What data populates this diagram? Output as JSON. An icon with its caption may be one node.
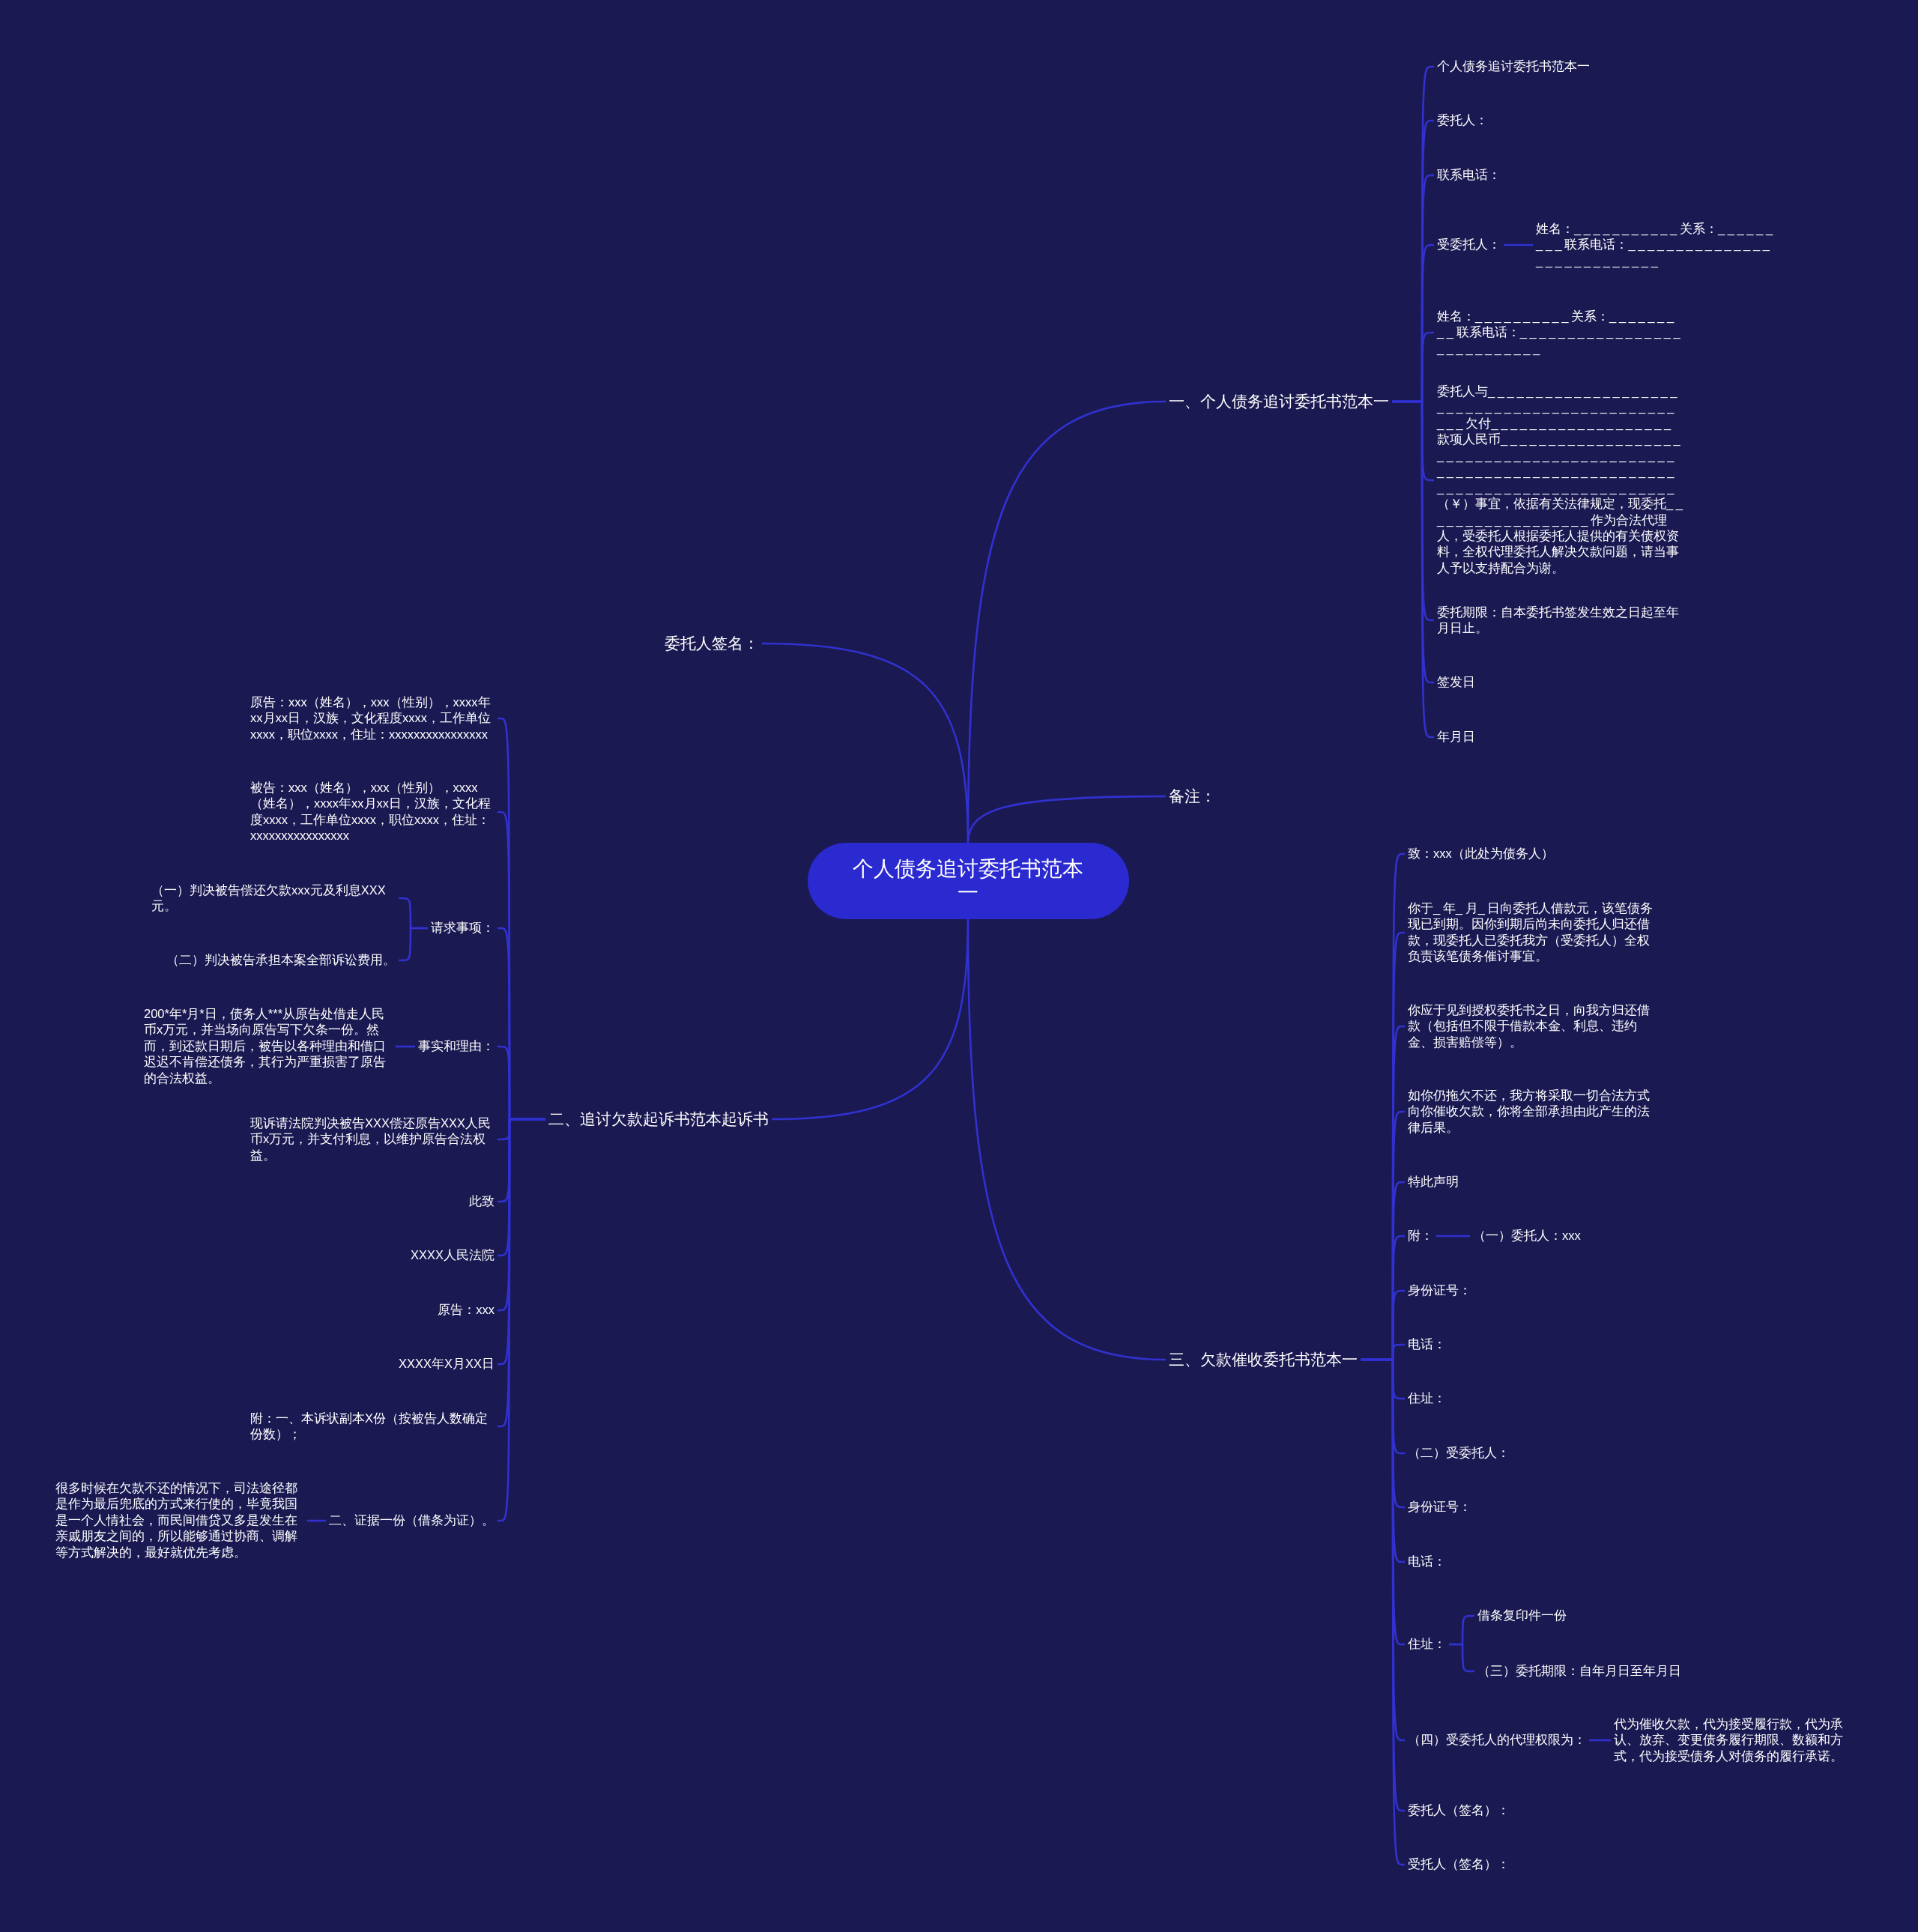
{
  "diagram": {
    "nodes": [
      {
        "text": [
          "个人债务追讨委托书范本一"
        ]
      },
      {
        "text": [
          "一、个人债务追讨委托书范本一"
        ]
      },
      {
        "text": [
          "个人债务追讨委托书范本一"
        ]
      },
      {
        "text": [
          "委托人："
        ]
      },
      {
        "text": [
          "联系电话："
        ]
      },
      {
        "text": [
          "受委托人："
        ]
      },
      {
        "text": [
          "姓名：___________关系：_________联系电话：____________________________"
        ]
      },
      {
        "text": [
          "姓名：__________关系：_________联系电话：____________________________"
        ]
      },
      {
        "text": [
          "委托人与________________________________________________欠付___________________款项人民币______________________________________________________________________________________________（￥）事宜，依据有关法律规定，现委托__________________作为合法代理人，受委托人根据委托人提供的有关债权资料，全权代理委托人解决欠款问题，请当事人予以支持配合为谢。"
        ]
      },
      {
        "text": [
          "委托期限：自本委托书签发生效之日起至年月日止。"
        ]
      },
      {
        "text": [
          "签发日"
        ]
      },
      {
        "text": [
          "年月日"
        ]
      },
      {
        "text": [
          "委托人签名："
        ]
      },
      {
        "text": [
          "备注："
        ]
      },
      {
        "text": [
          "二、追讨欠款起诉书范本起诉书"
        ]
      },
      {
        "text": [
          "原告：xxx（姓名），xxx（性别），xxxx年xx月xx日，汉族，文化程度xxxx，工作单位xxxx，职位xxxx，住址：xxxxxxxxxxxxxxxx"
        ]
      },
      {
        "text": [
          "被告：xxx（姓名），xxx（性别），xxxx（姓名），xxxx年xx月xx日，汉族，文化程度xxxx，工作单位xxxx，职位xxxx，住址：xxxxxxxxxxxxxxxx"
        ]
      },
      {
        "text": [
          "请求事项："
        ]
      },
      {
        "text": [
          "（一）判决被告偿还欠款xxx元及利息XXX元。"
        ]
      },
      {
        "text": [
          "（二）判决被告承担本案全部诉讼费用。"
        ]
      },
      {
        "text": [
          "事实和理由："
        ]
      },
      {
        "text": [
          "200*年*月*日，债务人***从原告处借走人民币x万元，并当场向原告写下欠条一份。然而，到还款日期后，被告以各种理由和借口迟迟不肯偿还债务，其行为严重损害了原告的合法权益。"
        ]
      },
      {
        "text": [
          "现诉请法院判决被告XXX偿还原告XXX人民币x万元，并支付利息，以维护原告合法权益。"
        ]
      },
      {
        "text": [
          "此致"
        ]
      },
      {
        "text": [
          "XXXX人民法院"
        ]
      },
      {
        "text": [
          "原告：xxx"
        ]
      },
      {
        "text": [
          "XXXX年X月XX日"
        ]
      },
      {
        "text": [
          "附：一、本诉状副本X份（按被告人数确定份数）；"
        ]
      },
      {
        "text": [
          "二、证据一份（借条为证）。"
        ]
      },
      {
        "text": [
          "很多时候在欠款不还的情况下，司法途径都是作为最后兜底的方式来行使的，毕竟我国是一个人情社会，而民间借贷又多是发生在亲戚朋友之间的，所以能够通过协商、调解等方式解决的，最好就优先考虑。"
        ]
      },
      {
        "text": [
          "三、欠款催收委托书范本一"
        ]
      },
      {
        "text": [
          "致：xxx（此处为债务人）"
        ]
      },
      {
        "text": [
          "你于_年_月_日向委托人借款元，该笔债务现已到期。因你到期后尚未向委托人归还借款，现委托人已委托我方（受委托人）全权负责该笔债务催讨事宜。"
        ]
      },
      {
        "text": [
          "你应于见到授权委托书之日，向我方归还借款（包括但不限于借款本金、利息、违约金、损害赔偿等）。"
        ]
      },
      {
        "text": [
          "如你仍拖欠不还，我方将采取一切合法方式向你催收欠款，你将全部承担由此产生的法律后果。"
        ]
      },
      {
        "text": [
          "特此声明"
        ]
      },
      {
        "text": [
          "附："
        ]
      },
      {
        "text": [
          "（一）委托人：xxx"
        ]
      },
      {
        "text": [
          "身份证号："
        ]
      },
      {
        "text": [
          "电话："
        ]
      },
      {
        "text": [
          "住址："
        ]
      },
      {
        "text": [
          "（二）受委托人："
        ]
      },
      {
        "text": [
          "身份证号："
        ]
      },
      {
        "text": [
          "电话："
        ]
      },
      {
        "text": [
          "住址："
        ]
      },
      {
        "text": [
          "借条复印件一份"
        ]
      },
      {
        "text": [
          "（三）委托期限：自年月日至年月日"
        ]
      },
      {
        "text": [
          "（四）受委托人的代理权限为："
        ]
      },
      {
        "text": [
          "代为催收欠款，代为接受履行款，代为承认、放弃、变更债务履行期限、数额和方式，代为接受债务人对债务的履行承诺。"
        ]
      },
      {
        "text": [
          "委托人（签名）："
        ]
      },
      {
        "text": [
          "受托人（签名）："
        ]
      }
    ],
    "edges": [
      {
        "from": 0,
        "to": 1,
        "arrow": "none"
      },
      {
        "from": 1,
        "to": 2,
        "arrow": "none"
      },
      {
        "from": 1,
        "to": 3,
        "arrow": "none"
      },
      {
        "from": 1,
        "to": 4,
        "arrow": "none"
      },
      {
        "from": 1,
        "to": 5,
        "arrow": "none"
      },
      {
        "from": 5,
        "to": 6,
        "arrow": "none"
      },
      {
        "from": 1,
        "to": 7,
        "arrow": "none"
      },
      {
        "from": 1,
        "to": 8,
        "arrow": "none"
      },
      {
        "from": 1,
        "to": 9,
        "arrow": "none"
      },
      {
        "from": 1,
        "to": 10,
        "arrow": "none"
      },
      {
        "from": 1,
        "to": 11,
        "arrow": "none"
      },
      {
        "from": 0,
        "to": 12,
        "arrow": "none"
      },
      {
        "from": 0,
        "to": 13,
        "arrow": "none"
      },
      {
        "from": 0,
        "to": 14,
        "arrow": "none"
      },
      {
        "from": 14,
        "to": 15,
        "arrow": "none"
      },
      {
        "from": 14,
        "to": 16,
        "arrow": "none"
      },
      {
        "from": 14,
        "to": 17,
        "arrow": "none"
      },
      {
        "from": 17,
        "to": 18,
        "arrow": "none"
      },
      {
        "from": 17,
        "to": 19,
        "arrow": "none"
      },
      {
        "from": 14,
        "to": 20,
        "arrow": "none"
      },
      {
        "from": 20,
        "to": 21,
        "arrow": "none"
      },
      {
        "from": 14,
        "to": 22,
        "arrow": "none"
      },
      {
        "from": 14,
        "to": 23,
        "arrow": "none"
      },
      {
        "from": 14,
        "to": 24,
        "arrow": "none"
      },
      {
        "from": 14,
        "to": 25,
        "arrow": "none"
      },
      {
        "from": 14,
        "to": 26,
        "arrow": "none"
      },
      {
        "from": 14,
        "to": 27,
        "arrow": "none"
      },
      {
        "from": 14,
        "to": 28,
        "arrow": "none"
      },
      {
        "from": 28,
        "to": 29,
        "arrow": "none"
      },
      {
        "from": 0,
        "to": 30,
        "arrow": "none"
      },
      {
        "from": 30,
        "to": 31,
        "arrow": "none"
      },
      {
        "from": 30,
        "to": 32,
        "arrow": "none"
      },
      {
        "from": 30,
        "to": 33,
        "arrow": "none"
      },
      {
        "from": 30,
        "to": 34,
        "arrow": "none"
      },
      {
        "from": 30,
        "to": 35,
        "arrow": "none"
      },
      {
        "from": 30,
        "to": 36,
        "arrow": "none"
      },
      {
        "from": 36,
        "to": 37,
        "arrow": "none"
      },
      {
        "from": 30,
        "to": 38,
        "arrow": "none"
      },
      {
        "from": 30,
        "to": 39,
        "arrow": "none"
      },
      {
        "from": 30,
        "to": 40,
        "arrow": "none"
      },
      {
        "from": 30,
        "to": 41,
        "arrow": "none"
      },
      {
        "from": 30,
        "to": 42,
        "arrow": "none"
      },
      {
        "from": 30,
        "to": 43,
        "arrow": "none"
      },
      {
        "from": 30,
        "to": 44,
        "arrow": "none"
      },
      {
        "from": 44,
        "to": 45,
        "arrow": "none"
      },
      {
        "from": 44,
        "to": 46,
        "arrow": "none"
      },
      {
        "from": 30,
        "to": 47,
        "arrow": "none"
      },
      {
        "from": 47,
        "to": 48,
        "arrow": "none"
      },
      {
        "from": 30,
        "to": 49,
        "arrow": "none"
      },
      {
        "from": 30,
        "to": 50,
        "arrow": "none"
      }
    ]
  }
}
